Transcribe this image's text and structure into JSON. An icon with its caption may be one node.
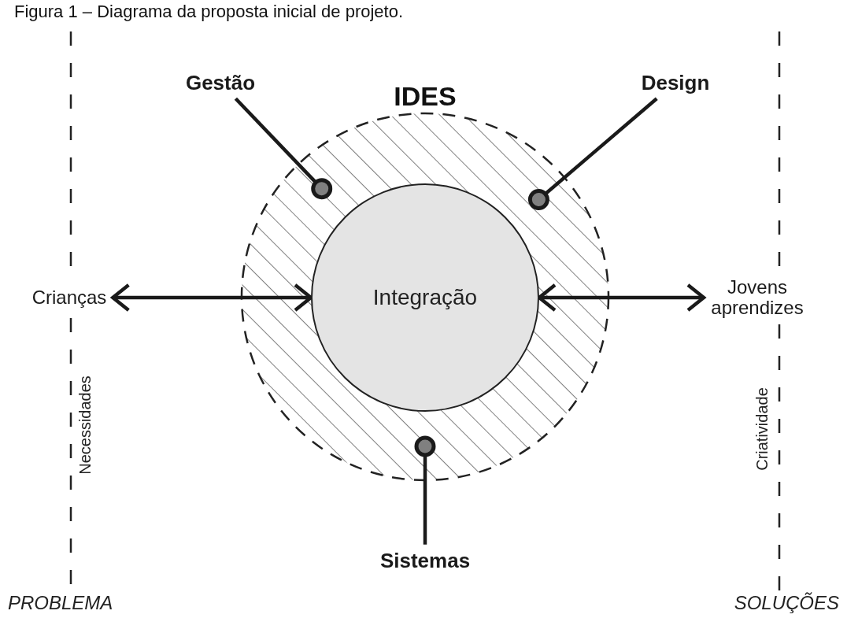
{
  "diagram": {
    "title": "Figura 1 – Diagrama da proposta inicial de projeto.",
    "nodes": [
      {
        "text": [
          "IDES"
        ]
      },
      {
        "text": [
          "Integração"
        ],
        "in": 0
      },
      {
        "text": [
          "Gestão"
        ]
      },
      {
        "text": [
          "Design"
        ]
      },
      {
        "text": [
          "Sistemas"
        ]
      },
      {
        "text": [
          "Crianças"
        ]
      },
      {
        "text": [
          "Jovens aprendizes"
        ]
      }
    ],
    "edges": [
      {
        "from": 2,
        "to": 0,
        "arrow": "other"
      },
      {
        "from": 3,
        "to": 0,
        "arrow": "other"
      },
      {
        "from": 4,
        "to": 0,
        "arrow": "other"
      },
      {
        "from": 5,
        "to": 1,
        "arrow": "both"
      },
      {
        "from": 6,
        "to": 1,
        "arrow": "both"
      }
    ],
    "labels": [
      "Necessidades",
      "Criatividade",
      "PROBLEMA",
      "SOLUÇÕES"
    ]
  }
}
